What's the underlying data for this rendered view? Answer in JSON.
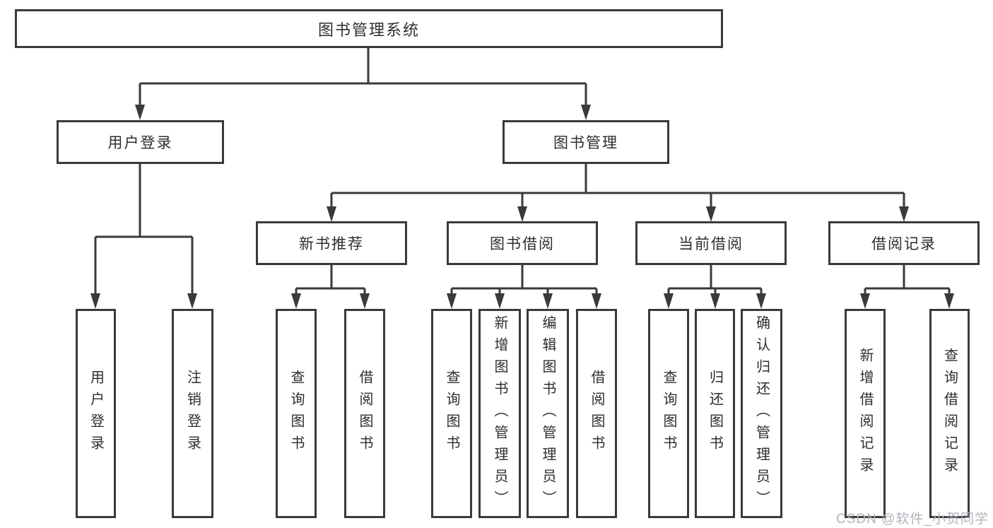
{
  "page": {
    "watermark": "CSDN @软件_小贺同学"
  },
  "colors": {
    "line": "#3a3a3a",
    "box_border": "#3a3a3a",
    "text": "#2e2e2e",
    "watermark": "#b3b4bd",
    "background": "#ffffff"
  },
  "tree": {
    "root": {
      "label": "图书管理系统"
    },
    "branches": [
      {
        "label": "用户登录",
        "children": [
          {
            "label": "用户登录"
          },
          {
            "label": "注销登录"
          }
        ]
      },
      {
        "label": "图书管理",
        "sections": [
          {
            "label": "新书推荐",
            "children": [
              {
                "label": "查询图书"
              },
              {
                "label": "借阅图书"
              }
            ]
          },
          {
            "label": "图书借阅",
            "children": [
              {
                "label": "查询图书"
              },
              {
                "label": "新增图书（管理员）"
              },
              {
                "label": "编辑图书（管理员）"
              },
              {
                "label": "借阅图书"
              }
            ]
          },
          {
            "label": "当前借阅",
            "children": [
              {
                "label": "查询图书"
              },
              {
                "label": "归还图书"
              },
              {
                "label": "确认归还（管理员）"
              }
            ]
          },
          {
            "label": "借阅记录",
            "children": [
              {
                "label": "新增借阅记录"
              },
              {
                "label": "查询借阅记录"
              }
            ]
          }
        ]
      }
    ]
  }
}
